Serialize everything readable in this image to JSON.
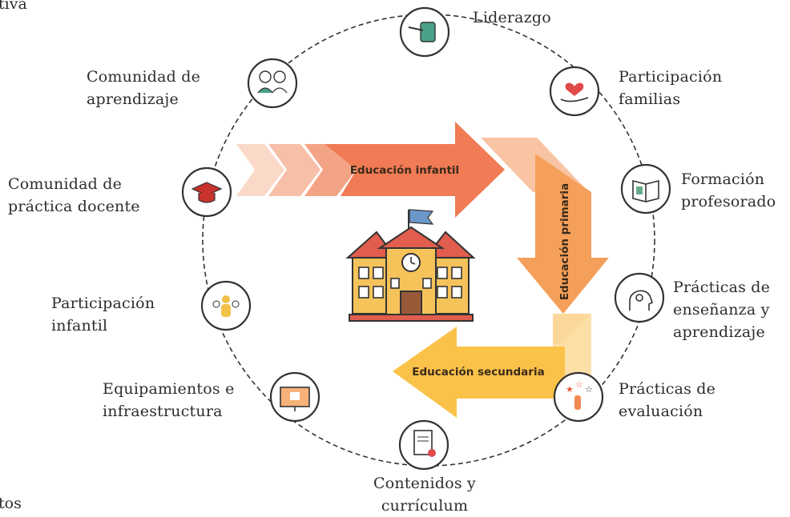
{
  "fragments": {
    "top_left": "tiva",
    "bottom_left": "tos"
  },
  "stages": {
    "infantil": "Educación infantil",
    "primaria": "Educación primaria",
    "secundaria": "Educación secundaria"
  },
  "nodes": {
    "liderazgo": {
      "lines": [
        "Liderazgo"
      ],
      "icon": "hand-with-pen-icon"
    },
    "participacion_familias": {
      "lines": [
        "Participación",
        "familias"
      ],
      "icon": "heart-in-hand-icon"
    },
    "formacion_profesorado": {
      "lines": [
        "Formación",
        "profesorado"
      ],
      "icon": "open-book-icon"
    },
    "practicas_ensenanza": {
      "lines": [
        "Prácticas de",
        "enseñanza y",
        "aprendizaje"
      ],
      "icon": "head-gears-icon"
    },
    "practicas_evaluacion": {
      "lines": [
        "Prácticas de",
        "evaluación"
      ],
      "icon": "hand-stars-rating-icon"
    },
    "contenidos_curriculum": {
      "lines": [
        "Contenidos y",
        "currículum"
      ],
      "icon": "certificate-document-icon"
    },
    "equipamientos": {
      "lines": [
        "Equipamientos e",
        "infraestructura"
      ],
      "icon": "computer-monitor-icon"
    },
    "participacion_infantil": {
      "lines": [
        "Participación",
        "infantil"
      ],
      "icon": "children-group-icon"
    },
    "comunidad_practica": {
      "lines": [
        "Comunidad de",
        "práctica docente"
      ],
      "icon": "graduation-cap-icon"
    },
    "comunidad_aprendizaje": {
      "lines": [
        "Comunidad de",
        "aprendizaje"
      ],
      "icon": "two-people-icon"
    }
  },
  "colors": {
    "infantil": "#f07b55",
    "infantil_light": "#f9c9b4",
    "primaria": "#f5a05a",
    "secundaria": "#fbc24a",
    "ring": "#333333"
  }
}
